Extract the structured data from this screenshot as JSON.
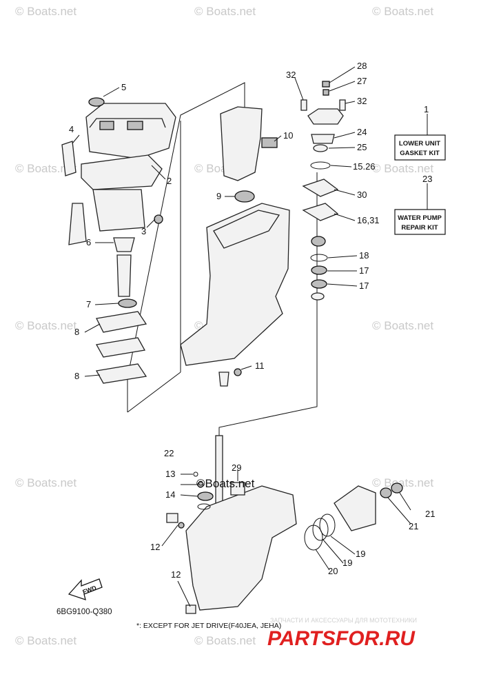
{
  "watermark": "© Boats.net",
  "overlay_watermark": "©Boats.net",
  "kits": [
    {
      "label_line1": "LOWER UNIT",
      "label_line2": "GASKET KIT",
      "ref": "1"
    },
    {
      "label_line1": "WATER PUMP",
      "label_line2": "REPAIR KIT",
      "ref": "23"
    }
  ],
  "callouts": [
    "1",
    "2",
    "3",
    "4",
    "5",
    "6",
    "7",
    "8",
    "8",
    "9",
    "10",
    "11",
    "12",
    "12",
    "13",
    "14",
    "15.26",
    "16,31",
    "17",
    "17",
    "18",
    "19",
    "19",
    "20",
    "21",
    "21",
    "22",
    "23",
    "24",
    "25",
    "27",
    "28",
    "29",
    "30",
    "32",
    "32"
  ],
  "fwd_label": "FWD",
  "diagram_code": "6BG9100-Q380",
  "footnote": "*: EXCEPT FOR JET DRIVE(F40JEA, JEHA)",
  "shop_tagline": "ЗАПЧАСТИ И АКСЕССУАРЫ ДЛЯ МОТОТЕХНИКИ",
  "shop_name": "PARTSFOR.RU",
  "colors": {
    "line": "#111111",
    "watermark": "#c9c9c9",
    "shop_red": "#e02020"
  }
}
